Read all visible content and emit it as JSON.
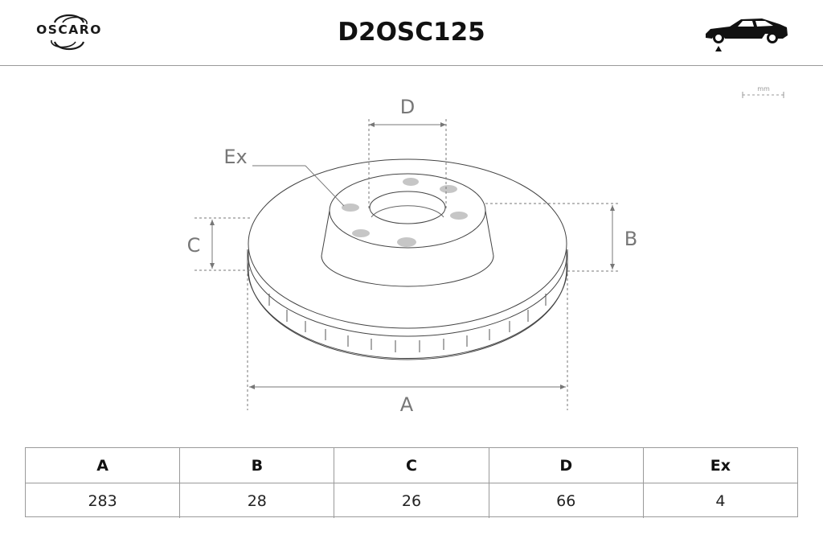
{
  "header": {
    "brand": "OSCARO",
    "title": "D2OSC125"
  },
  "diagram": {
    "labels": {
      "a": "A",
      "b": "B",
      "c": "C",
      "d": "D",
      "ex": "Ex"
    },
    "unit": "mm"
  },
  "table": {
    "headers": [
      "A",
      "B",
      "C",
      "D",
      "Ex"
    ],
    "values": [
      "283",
      "28",
      "26",
      "66",
      "4"
    ]
  }
}
